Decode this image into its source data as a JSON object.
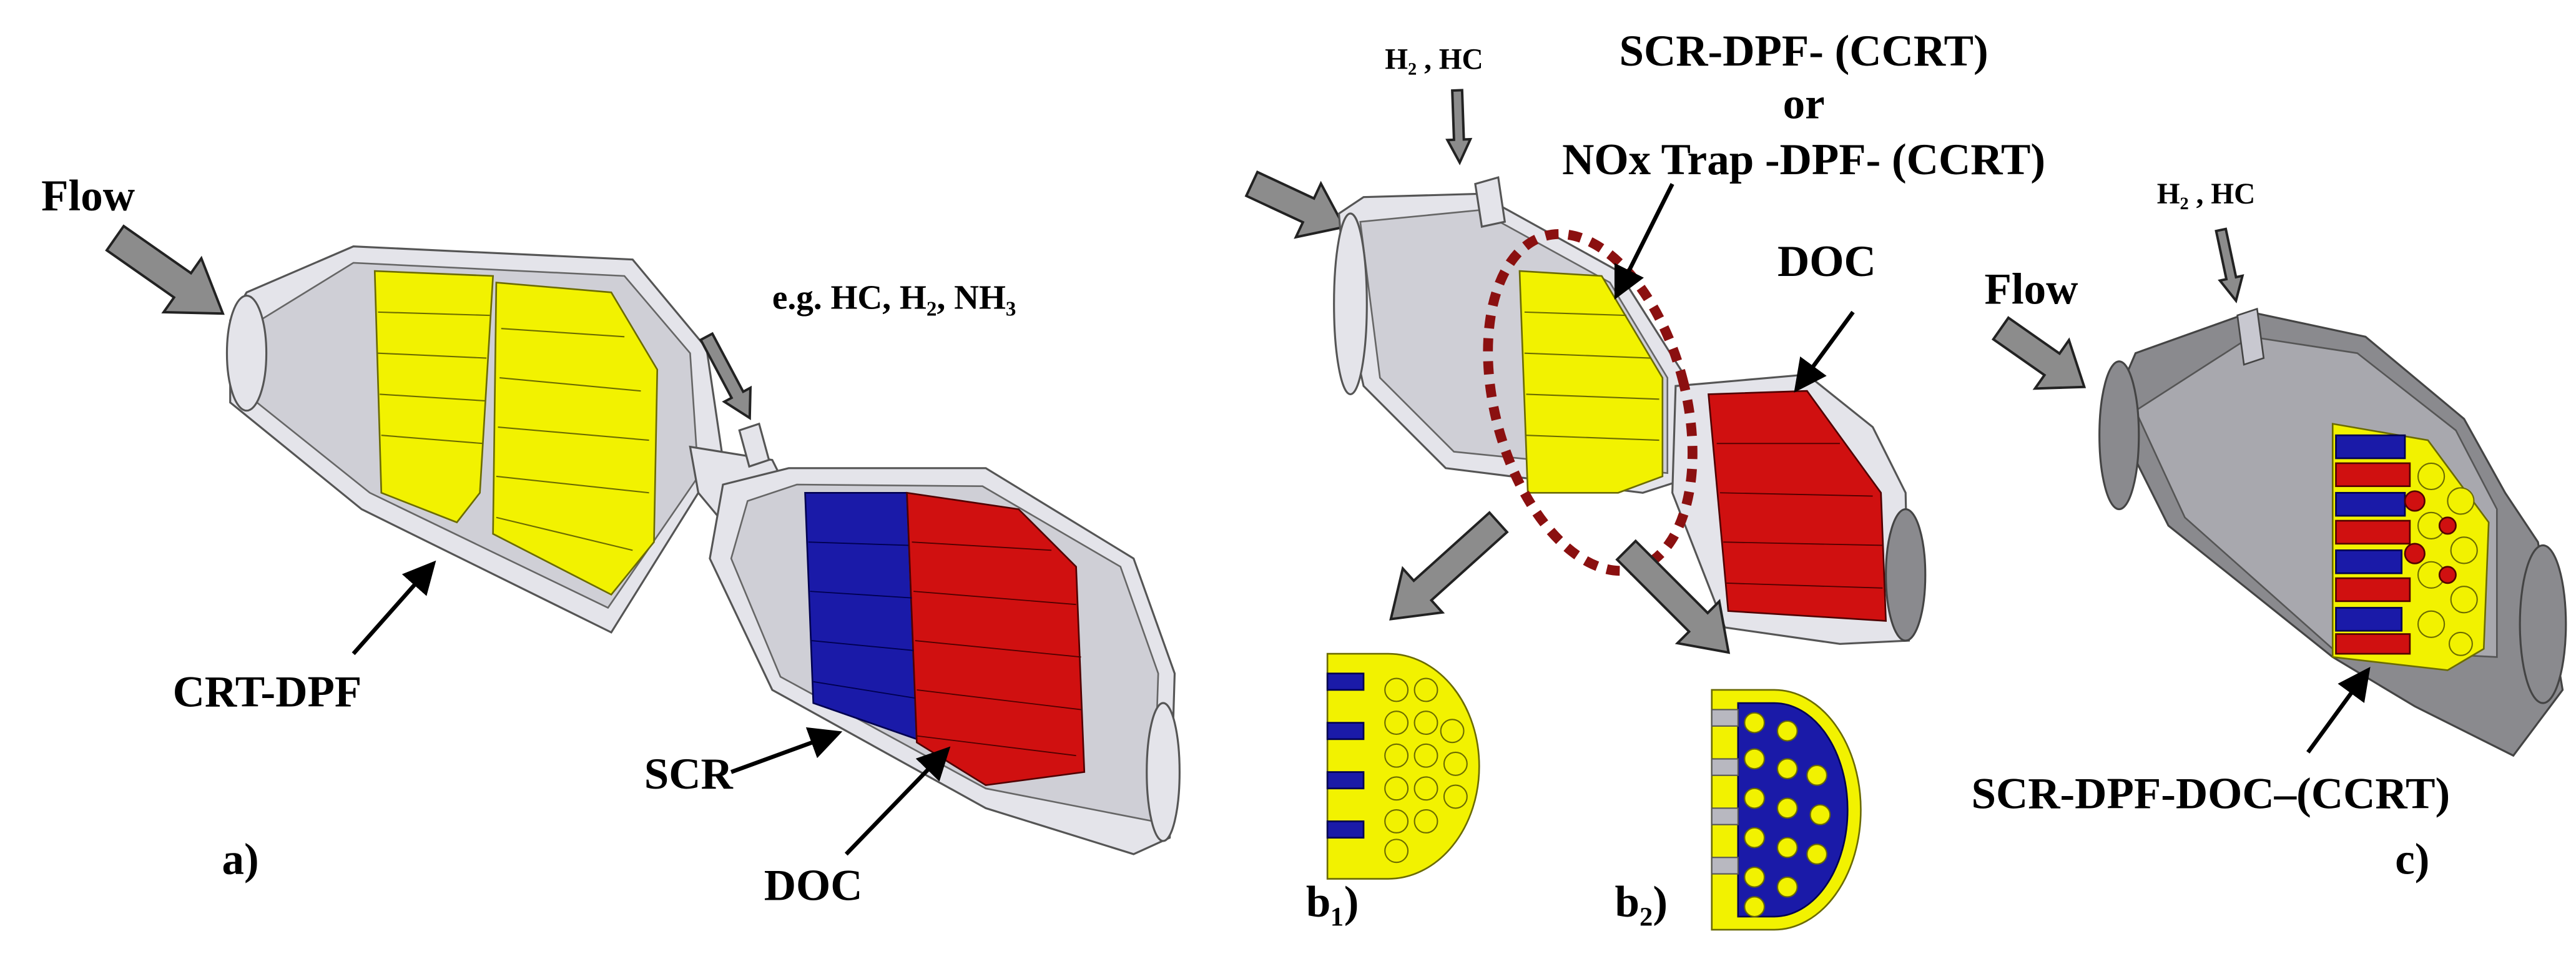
{
  "panel_a": {
    "flow_label": "Flow",
    "injection_label": "e.g. HC, H₂, NH₃",
    "crt_dpf_label": "CRT-DPF",
    "scr_label": "SCR",
    "doc_label": "DOC",
    "panel_label": "a)"
  },
  "panel_b": {
    "injection_label": "H₂ , HC",
    "title_line1": "SCR-DPF- (CCRT)",
    "title_line2": "or",
    "title_line3": "NOx Trap -DPF- (CCRT)",
    "doc_label": "DOC",
    "b1_label": "b₁)",
    "b2_label": "b₂)"
  },
  "panel_c": {
    "injection_label": "H₂ , HC",
    "flow_label": "Flow",
    "device_label": "SCR-DPF-DOC–(CCRT)",
    "panel_label": "c)"
  },
  "colors": {
    "dpf": "#f2f200",
    "scr": "#1a1aa8",
    "doc": "#d01010",
    "highlight": "#8b1010"
  }
}
